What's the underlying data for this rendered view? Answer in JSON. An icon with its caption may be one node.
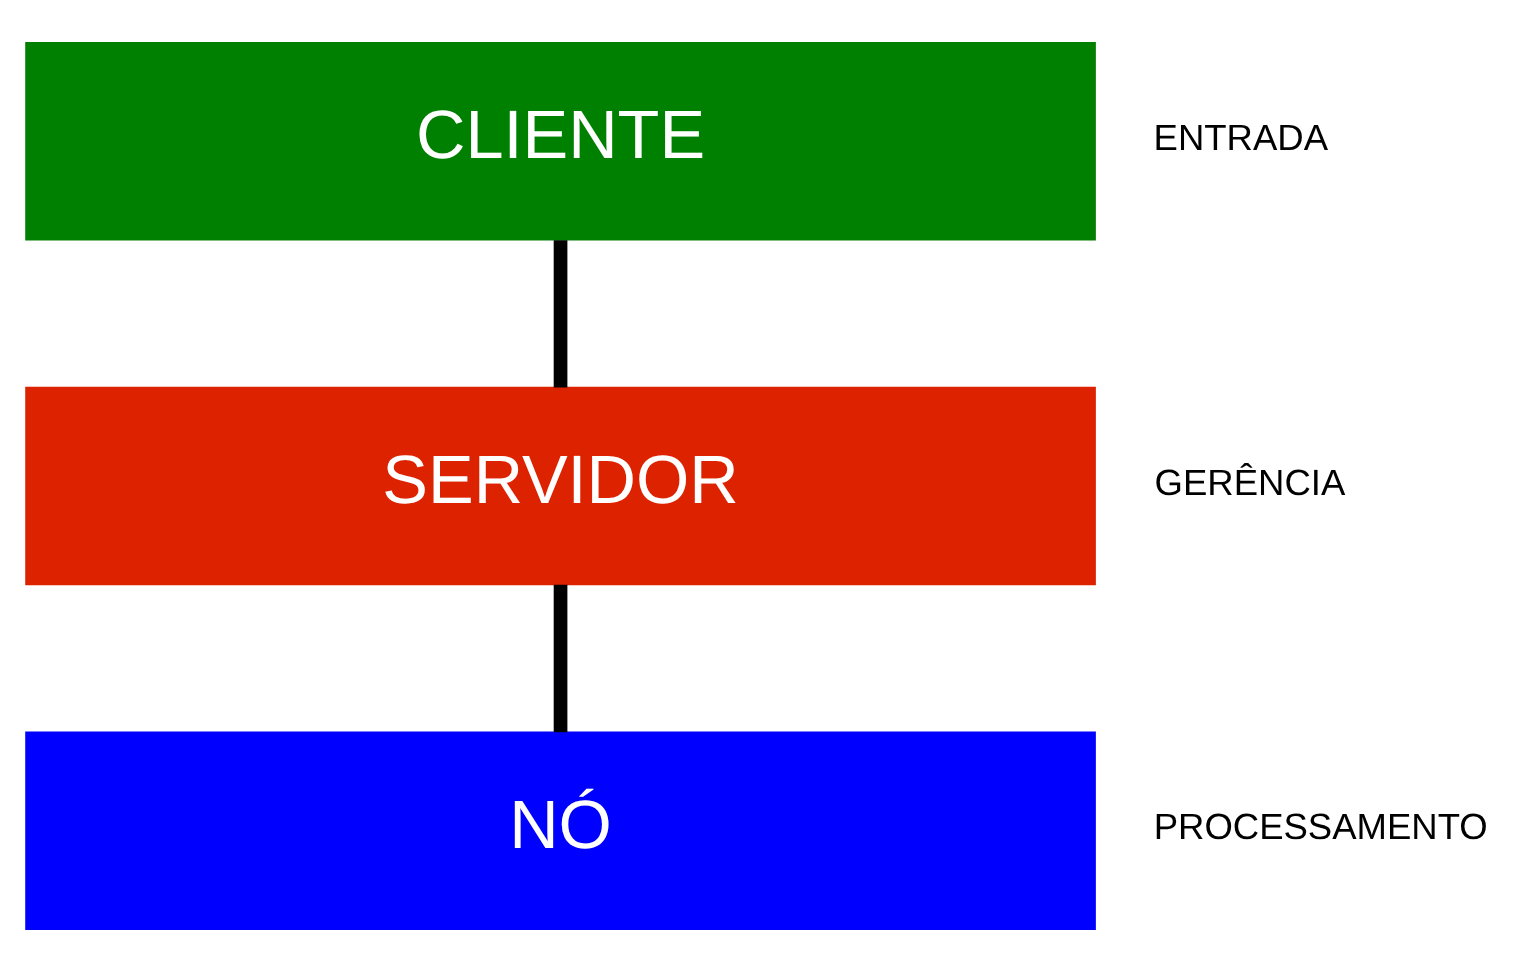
{
  "diagram": {
    "nodes": [
      {
        "text": [
          "CLIENTE"
        ],
        "beside": [
          "ENTRADA"
        ]
      },
      {
        "text": [
          "SERVIDOR"
        ],
        "beside": [
          "GERÊNCIA"
        ]
      },
      {
        "text": [
          "NÓ"
        ],
        "beside": [
          "PROCESSAMENTO"
        ]
      }
    ],
    "edges": [
      {
        "from": 0,
        "to": 1,
        "arrow": "none"
      },
      {
        "from": 1,
        "to": 2,
        "arrow": "none"
      }
    ]
  }
}
